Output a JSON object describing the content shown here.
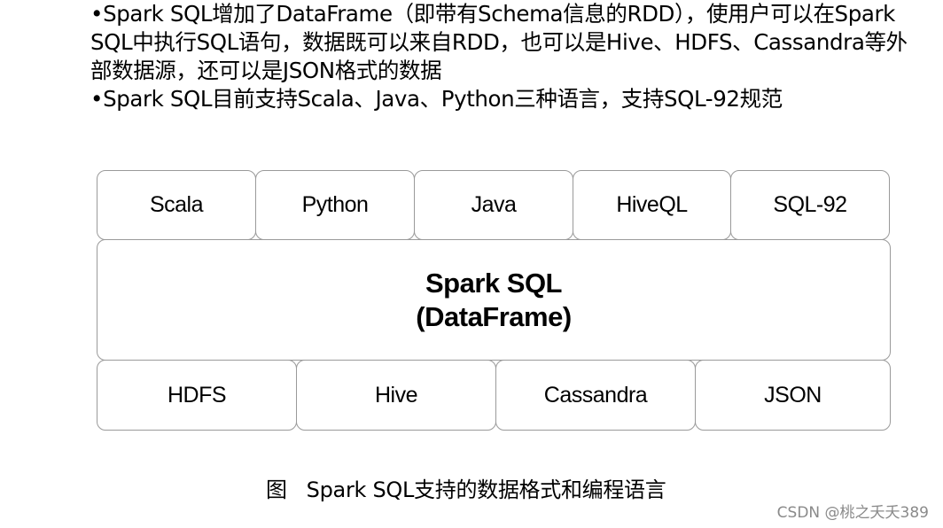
{
  "bullets": {
    "marker": "•",
    "items": [
      "Spark SQL增加了DataFrame（即带有Schema信息的RDD），使用户可以在Spark SQL中执行SQL语句，数据既可以来自RDD，也可以是Hive、HDFS、Cassandra等外部数据源，还可以是JSON格式的数据",
      "Spark SQL目前支持Scala、Java、Python三种语言，支持SQL-92规范"
    ]
  },
  "diagram": {
    "languages": [
      "Scala",
      "Python",
      "Java",
      "HiveQL",
      "SQL-92"
    ],
    "core": {
      "line1": "Spark SQL",
      "line2": "(DataFrame)"
    },
    "sources": [
      "HDFS",
      "Hive",
      "Cassandra",
      "JSON"
    ]
  },
  "caption": "图   Spark SQL支持的数据格式和编程语言",
  "watermark": "CSDN @桃之夭夭389"
}
